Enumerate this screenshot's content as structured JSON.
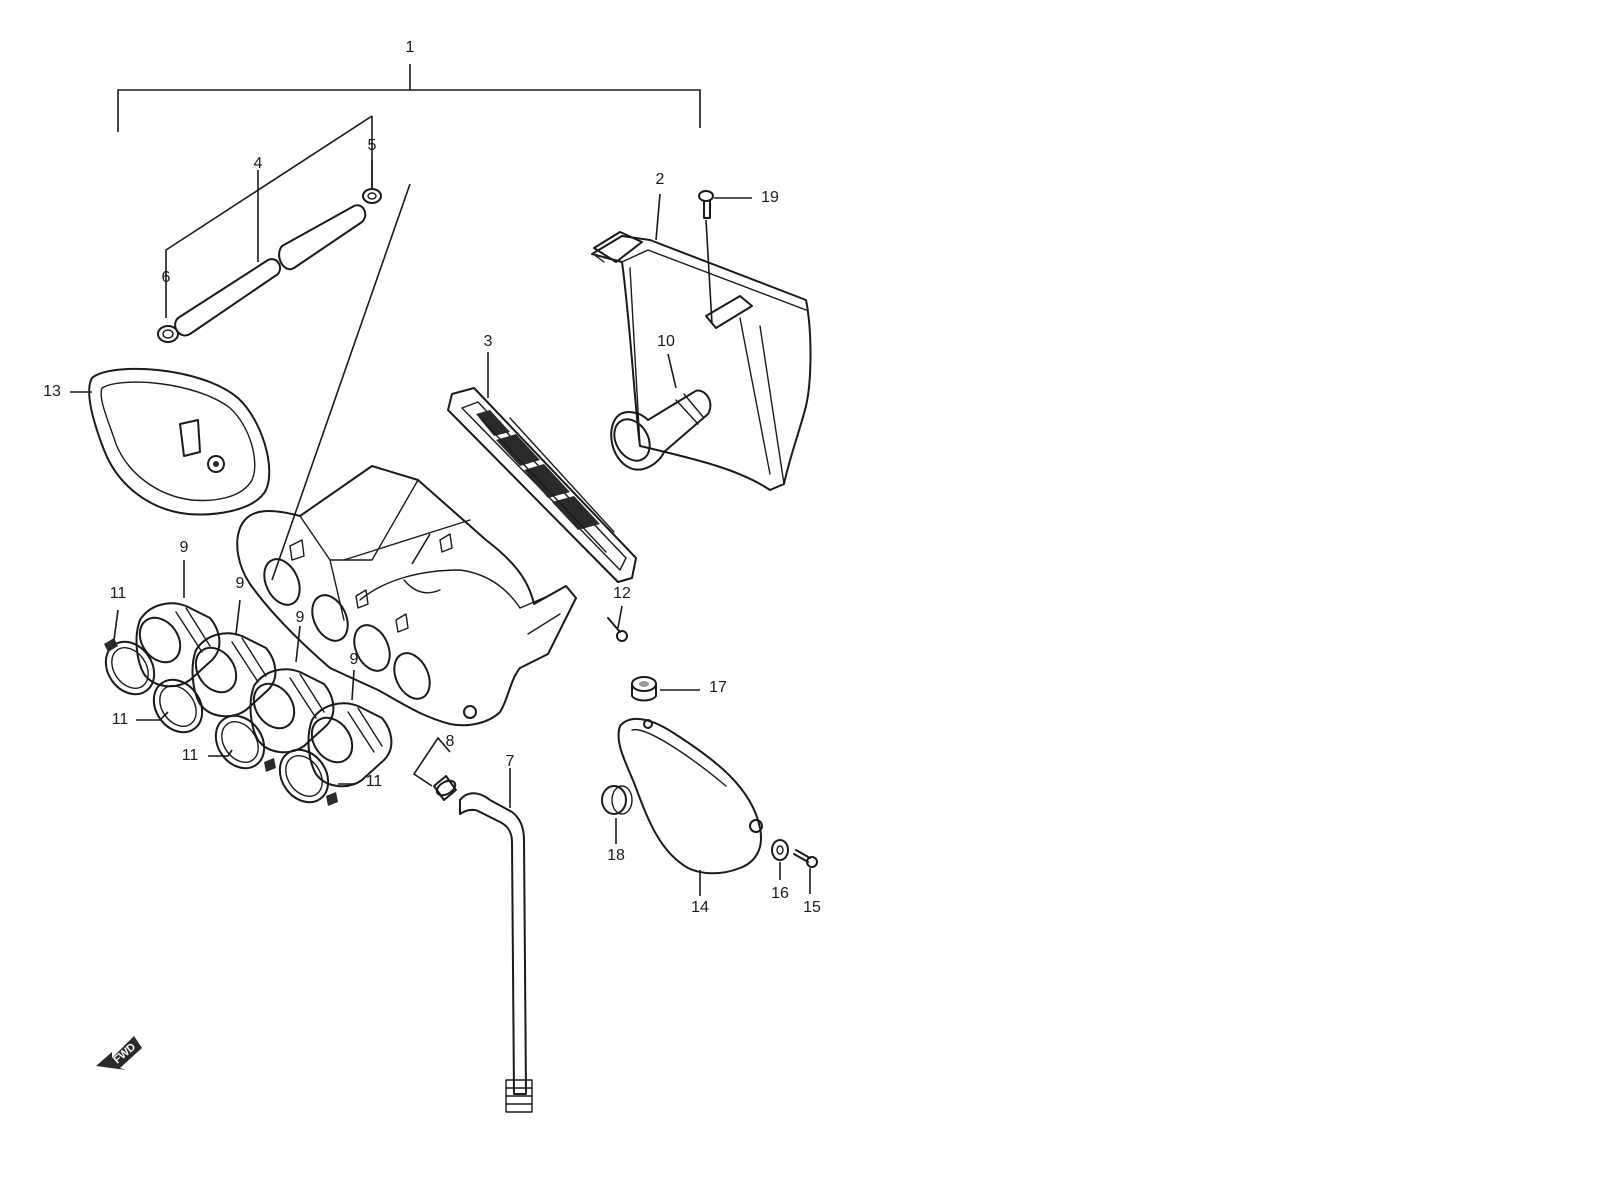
{
  "diagram": {
    "callouts": [
      {
        "id": "c1",
        "label": "1"
      },
      {
        "id": "c2",
        "label": "2"
      },
      {
        "id": "c3",
        "label": "3"
      },
      {
        "id": "c4",
        "label": "4"
      },
      {
        "id": "c5",
        "label": "5"
      },
      {
        "id": "c6",
        "label": "6"
      },
      {
        "id": "c7",
        "label": "7"
      },
      {
        "id": "c8",
        "label": "8"
      },
      {
        "id": "c9a",
        "label": "9"
      },
      {
        "id": "c9b",
        "label": "9"
      },
      {
        "id": "c9c",
        "label": "9"
      },
      {
        "id": "c9d",
        "label": "9"
      },
      {
        "id": "c10",
        "label": "10"
      },
      {
        "id": "c11a",
        "label": "11"
      },
      {
        "id": "c11b",
        "label": "11"
      },
      {
        "id": "c11c",
        "label": "11"
      },
      {
        "id": "c11d",
        "label": "11"
      },
      {
        "id": "c12",
        "label": "12"
      },
      {
        "id": "c13",
        "label": "13"
      },
      {
        "id": "c14",
        "label": "14"
      },
      {
        "id": "c15",
        "label": "15"
      },
      {
        "id": "c16",
        "label": "16"
      },
      {
        "id": "c17",
        "label": "17"
      },
      {
        "id": "c18",
        "label": "18"
      },
      {
        "id": "c19",
        "label": "19"
      }
    ],
    "fwd_label": "FWD",
    "colors": {
      "line": "#1a1a1a",
      "background": "#ffffff"
    }
  }
}
